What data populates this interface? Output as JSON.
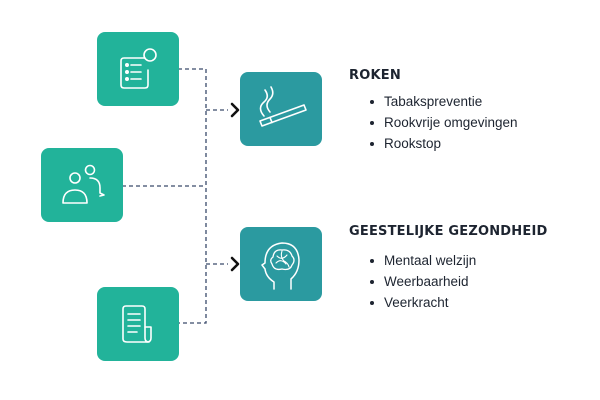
{
  "colors": {
    "source_card": "#22b39a",
    "topic_card": "#2b9aa0",
    "connector": "#3a4a6b",
    "icon_stroke": "#ffffff",
    "text": "#1d2430"
  },
  "sources": [
    {
      "icon": "clipboard-list-icon"
    },
    {
      "icon": "people-chat-icon"
    },
    {
      "icon": "document-scroll-icon"
    }
  ],
  "topics": [
    {
      "icon": "cigarette-icon",
      "title": "ROKEN",
      "items": [
        "Tabakspreventie",
        "Rookvrije omgevingen",
        "Rookstop"
      ]
    },
    {
      "icon": "head-brain-icon",
      "title": "GEESTELIJKE GEZONDHEID",
      "items": [
        "Mentaal welzijn",
        "Weerbaarheid",
        "Veerkracht"
      ]
    }
  ]
}
